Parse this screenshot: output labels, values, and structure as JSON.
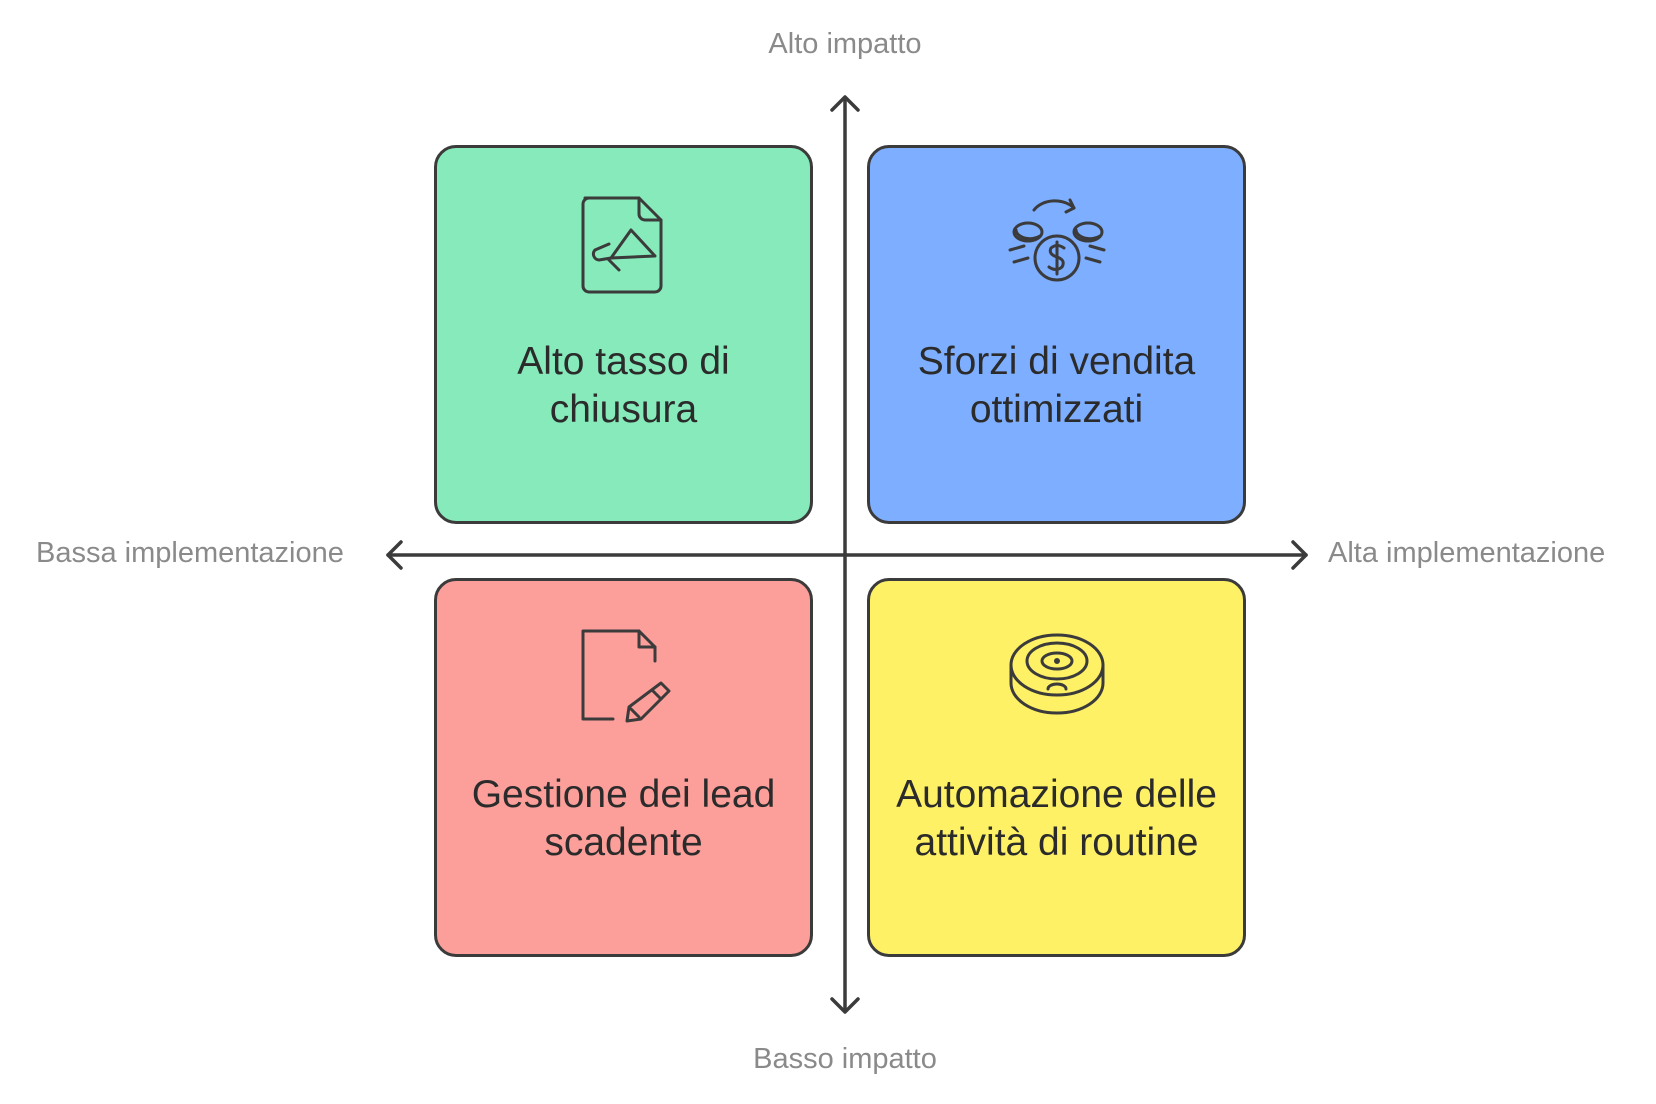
{
  "axes": {
    "top": "Alto impatto",
    "bottom": "Basso impatto",
    "left": "Bassa implementazione",
    "right": "Alta implementazione"
  },
  "quadrants": {
    "top_left": {
      "label": "Alto tasso di chiusura",
      "color": "#86EABA",
      "icon": "document-megaphone-icon"
    },
    "top_right": {
      "label": "Sforzi di vendita ottimizzati",
      "color": "#7EAEFF",
      "icon": "money-cycle-icon"
    },
    "bottom_left": {
      "label": "Gestione dei lead scadente",
      "color": "#FC9F9A",
      "icon": "document-edit-icon"
    },
    "bottom_right": {
      "label": "Automazione delle attività di routine",
      "color": "#FEF166",
      "icon": "robot-vacuum-icon"
    }
  },
  "colors": {
    "stroke": "#3b3b3b",
    "axis_label": "#8a8a8a"
  }
}
